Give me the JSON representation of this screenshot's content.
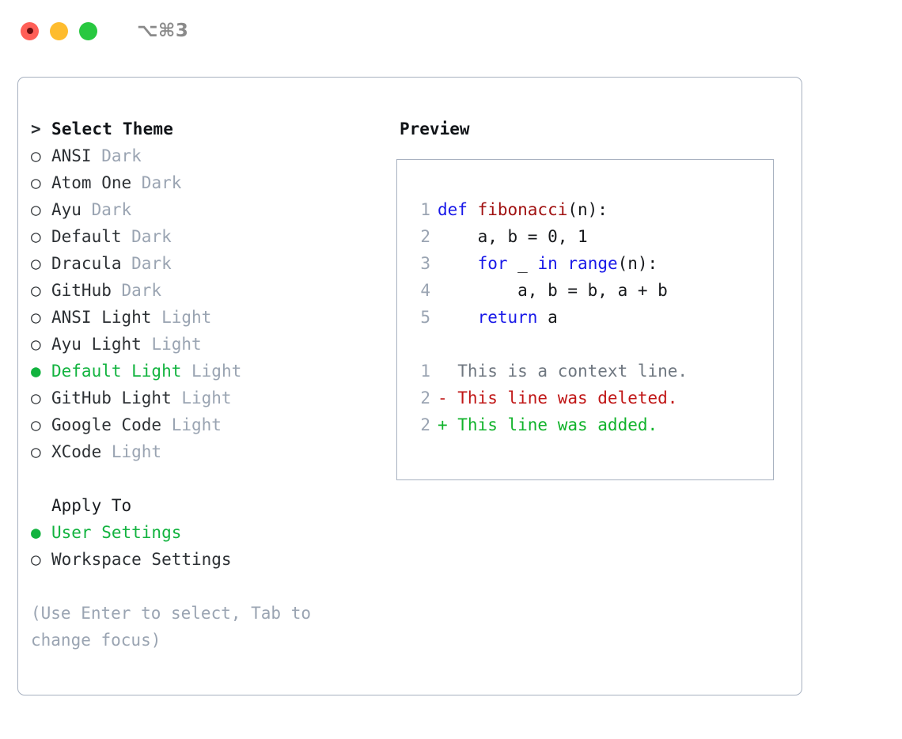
{
  "titlebar": {
    "shortcut": "⌥⌘3",
    "buttons": [
      "close",
      "minimize",
      "maximize"
    ]
  },
  "theme_list": {
    "header_marker": ">",
    "header": "Select Theme",
    "items": [
      {
        "marker": "○",
        "name": "ANSI",
        "suffix": "Dark",
        "selected": false
      },
      {
        "marker": "○",
        "name": "Atom One",
        "suffix": "Dark",
        "selected": false
      },
      {
        "marker": "○",
        "name": "Ayu",
        "suffix": "Dark",
        "selected": false
      },
      {
        "marker": "○",
        "name": "Default",
        "suffix": "Dark",
        "selected": false
      },
      {
        "marker": "○",
        "name": "Dracula",
        "suffix": "Dark",
        "selected": false
      },
      {
        "marker": "○",
        "name": "GitHub",
        "suffix": "Dark",
        "selected": false
      },
      {
        "marker": "○",
        "name": "ANSI Light",
        "suffix": "Light",
        "selected": false
      },
      {
        "marker": "○",
        "name": "Ayu Light",
        "suffix": "Light",
        "selected": false
      },
      {
        "marker": "●",
        "name": "Default Light",
        "suffix": "Light",
        "selected": true
      },
      {
        "marker": "○",
        "name": "GitHub Light",
        "suffix": "Light",
        "selected": false
      },
      {
        "marker": "○",
        "name": "Google Code",
        "suffix": "Light",
        "selected": false
      },
      {
        "marker": "○",
        "name": "XCode",
        "suffix": "Light",
        "selected": false
      }
    ]
  },
  "apply_to": {
    "label": "Apply To",
    "items": [
      {
        "marker": "●",
        "name": "User Settings",
        "selected": true
      },
      {
        "marker": "○",
        "name": "Workspace Settings",
        "selected": false
      }
    ]
  },
  "hint": "(Use Enter to select, Tab to change focus)",
  "preview": {
    "title": "Preview",
    "code": [
      {
        "lnum": "1",
        "tokens": [
          {
            "t": "def ",
            "c": "kw"
          },
          {
            "t": "fibonacci",
            "c": "fn"
          },
          {
            "t": "(n):",
            "c": ""
          }
        ]
      },
      {
        "lnum": "2",
        "tokens": [
          {
            "t": "    a, b = 0, 1",
            "c": ""
          }
        ]
      },
      {
        "lnum": "3",
        "tokens": [
          {
            "t": "    ",
            "c": ""
          },
          {
            "t": "for",
            "c": "kw"
          },
          {
            "t": " _ ",
            "c": ""
          },
          {
            "t": "in",
            "c": "kw"
          },
          {
            "t": " ",
            "c": ""
          },
          {
            "t": "range",
            "c": "kw"
          },
          {
            "t": "(n):",
            "c": ""
          }
        ]
      },
      {
        "lnum": "4",
        "tokens": [
          {
            "t": "        a, b = b, a + b",
            "c": ""
          }
        ]
      },
      {
        "lnum": "5",
        "tokens": [
          {
            "t": "    ",
            "c": ""
          },
          {
            "t": "return",
            "c": "kw"
          },
          {
            "t": " a",
            "c": ""
          }
        ]
      }
    ],
    "diff": [
      {
        "lnum": "1",
        "text": "  This is a context line.",
        "kind": "ctx"
      },
      {
        "lnum": "2",
        "text": "- This line was deleted.",
        "kind": "del"
      },
      {
        "lnum": "2",
        "text": "+ This line was added.",
        "kind": "add"
      }
    ]
  },
  "colors": {
    "accent_green": "#12b33f",
    "muted_gray": "#9aa4b2",
    "border": "#a7b1c0",
    "keyword_blue": "#1818e8",
    "function_red": "#a01010",
    "diff_delete": "#c01616",
    "diff_add": "#11b32b",
    "traffic_red": "#ff5f57",
    "traffic_yellow": "#febc2e",
    "traffic_green": "#28c840"
  }
}
